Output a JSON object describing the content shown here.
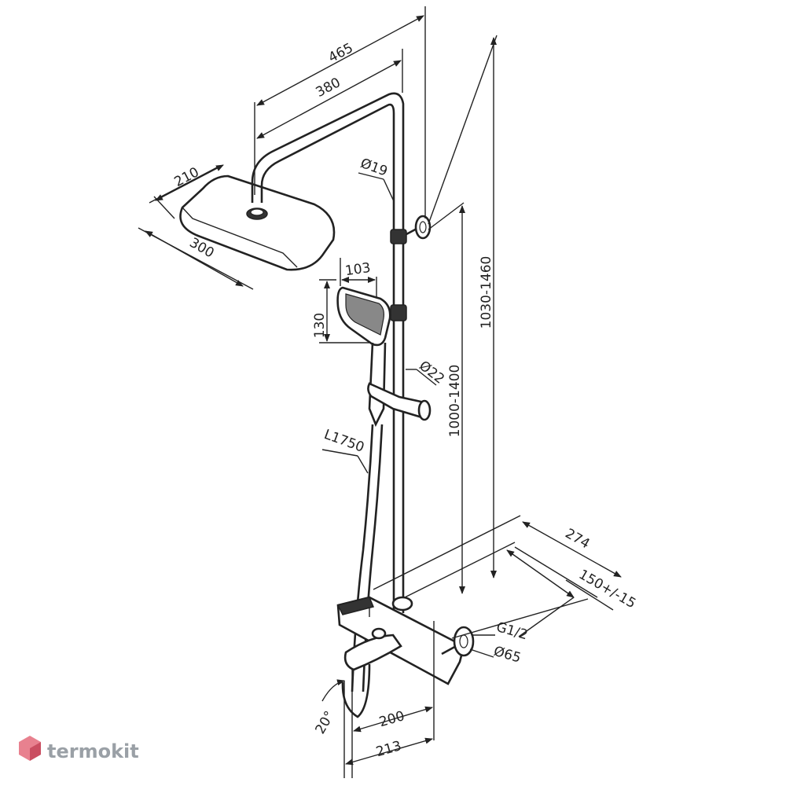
{
  "dimensions": {
    "top_width": "465",
    "arm_length": "380",
    "head_depth": "210",
    "head_width": "300",
    "pipe_diameter": "Ø19",
    "total_height": "1030-1460",
    "hand_width": "103",
    "hand_height": "130",
    "rail_diameter": "Ø22",
    "rail_height": "1000-1400",
    "hose_length": "L1750",
    "mixer_depth": "274",
    "connection_spacing": "150+/-15",
    "thread": "G1/2",
    "flange_diameter": "Ø65",
    "spout_angle": "20°",
    "spout_length_a": "200",
    "spout_length_b": "213"
  },
  "watermark": {
    "brand": "termokit",
    "logo_color": "#e0576a",
    "text_color": "#9aa0a6"
  }
}
